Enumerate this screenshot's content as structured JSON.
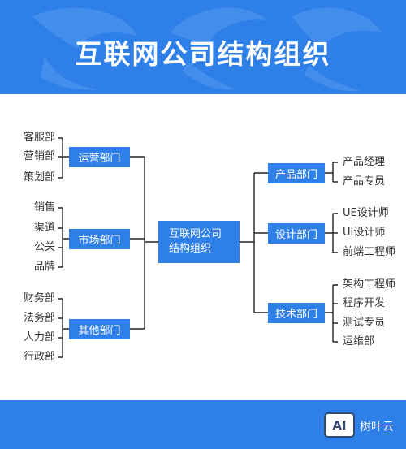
{
  "title": "互联网公司结构组织",
  "center": {
    "line1": "互联网公司",
    "line2": "结构组织"
  },
  "left_departments": [
    {
      "label": "运营部门",
      "children": [
        "客服部",
        "营销部",
        "策划部"
      ]
    },
    {
      "label": "市场部门",
      "children": [
        "销售",
        "渠道",
        "公关",
        "品牌"
      ]
    },
    {
      "label": "其他部门",
      "children": [
        "财务部",
        "法务部",
        "人力部",
        "行政部"
      ]
    }
  ],
  "right_departments": [
    {
      "label": "产品部门",
      "children": [
        "产品经理",
        "产品专员"
      ]
    },
    {
      "label": "设计部门",
      "children": [
        "UE设计师",
        "UI设计师",
        "前端工程师"
      ]
    },
    {
      "label": "技术部门",
      "children": [
        "架构工程师",
        "程序开发",
        "测试专员",
        "运维部"
      ]
    }
  ],
  "watermark": {
    "logo": "AI",
    "text": "树叶云"
  },
  "colors": {
    "primary": "#2f7fe9",
    "line": "#222222"
  }
}
